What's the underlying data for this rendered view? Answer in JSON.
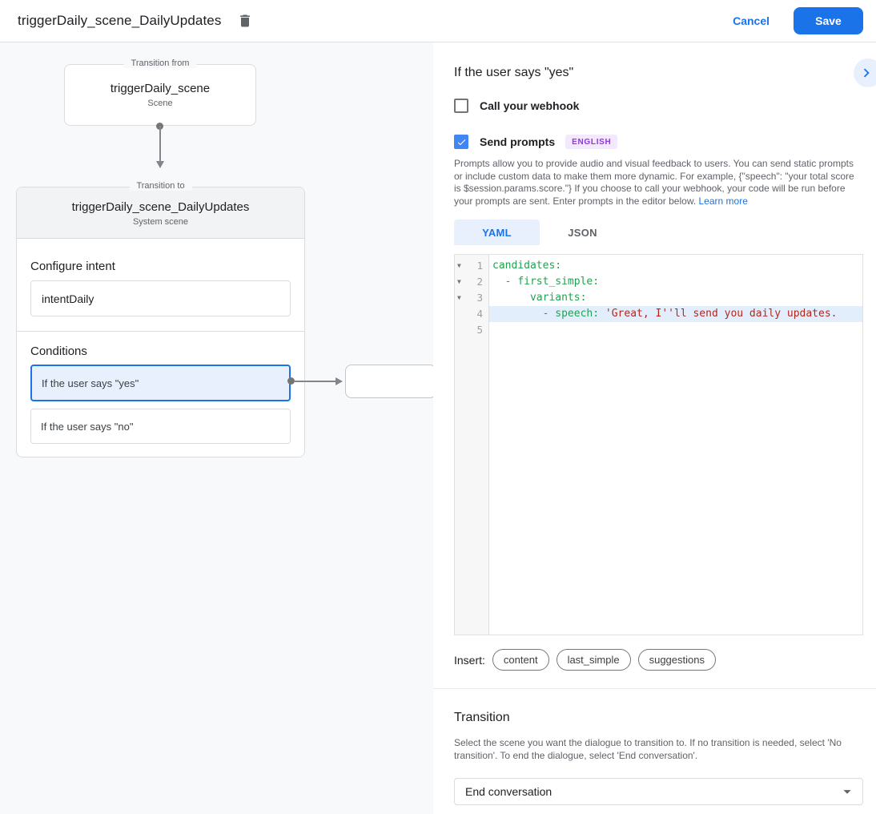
{
  "header": {
    "title": "triggerDaily_scene_DailyUpdates",
    "cancel_label": "Cancel",
    "save_label": "Save"
  },
  "diagram": {
    "from_node": {
      "legend": "Transition from",
      "name": "triggerDaily_scene",
      "type": "Scene"
    },
    "to_node": {
      "legend": "Transition to",
      "name": "triggerDaily_scene_DailyUpdates",
      "type": "System scene",
      "configure_intent_label": "Configure intent",
      "intent_value": "intentDaily",
      "conditions_label": "Conditions",
      "conditions": [
        {
          "label": "If the user says \"yes\"",
          "selected": true
        },
        {
          "label": "If the user says \"no\"",
          "selected": false
        }
      ]
    }
  },
  "panel": {
    "title": "If the user says \"yes\"",
    "webhook": {
      "label": "Call your webhook",
      "checked": false
    },
    "send_prompts": {
      "label": "Send prompts",
      "checked": true,
      "badge": "ENGLISH"
    },
    "description": "Prompts allow you to provide audio and visual feedback to users. You can send static prompts or include custom data to make them more dynamic. For example, {\"speech\": \"your total score is $session.params.score.\"} If you choose to call your webhook, your code will be run before your prompts are sent. Enter prompts in the editor below.",
    "learn_more_label": "Learn more",
    "tabs": [
      {
        "label": "YAML",
        "active": true
      },
      {
        "label": "JSON",
        "active": false
      }
    ],
    "editor": {
      "lines": [
        {
          "fold": true,
          "highlight": false,
          "tokens": [
            [
              "candidates:",
              "key"
            ]
          ]
        },
        {
          "fold": true,
          "highlight": false,
          "tokens": [
            [
              "  ",
              "plain"
            ],
            [
              "- ",
              "dash"
            ],
            [
              "first_simple:",
              "key"
            ]
          ]
        },
        {
          "fold": true,
          "highlight": false,
          "tokens": [
            [
              "      ",
              "plain"
            ],
            [
              "variants:",
              "key"
            ]
          ]
        },
        {
          "fold": false,
          "highlight": true,
          "tokens": [
            [
              "        ",
              "plain"
            ],
            [
              "- ",
              "dash"
            ],
            [
              "speech: ",
              "key"
            ],
            [
              "'Great, I''ll send you daily updates.",
              "string"
            ]
          ]
        },
        {
          "fold": false,
          "highlight": false,
          "tokens": []
        }
      ]
    },
    "insert": {
      "label": "Insert:",
      "chips": [
        "content",
        "last_simple",
        "suggestions"
      ]
    },
    "transition": {
      "heading": "Transition",
      "description": "Select the scene you want the dialogue to transition to. If no transition is needed, select 'No transition'. To end the dialogue, select 'End conversation'.",
      "select_value": "End conversation"
    }
  },
  "colors": {
    "accent_blue": "#1a73e8",
    "checkbox_blue": "#4285f4",
    "selected_condition_bg": "#e8f0fe",
    "badge_bg": "#f3e8fd",
    "badge_text": "#9334e6",
    "code_key_green": "#23a152",
    "code_string_red": "#b3281e",
    "code_dash_red": "#d1493f",
    "line_highlight": "#e3eefc",
    "canvas_bg": "#f8f9fa"
  }
}
